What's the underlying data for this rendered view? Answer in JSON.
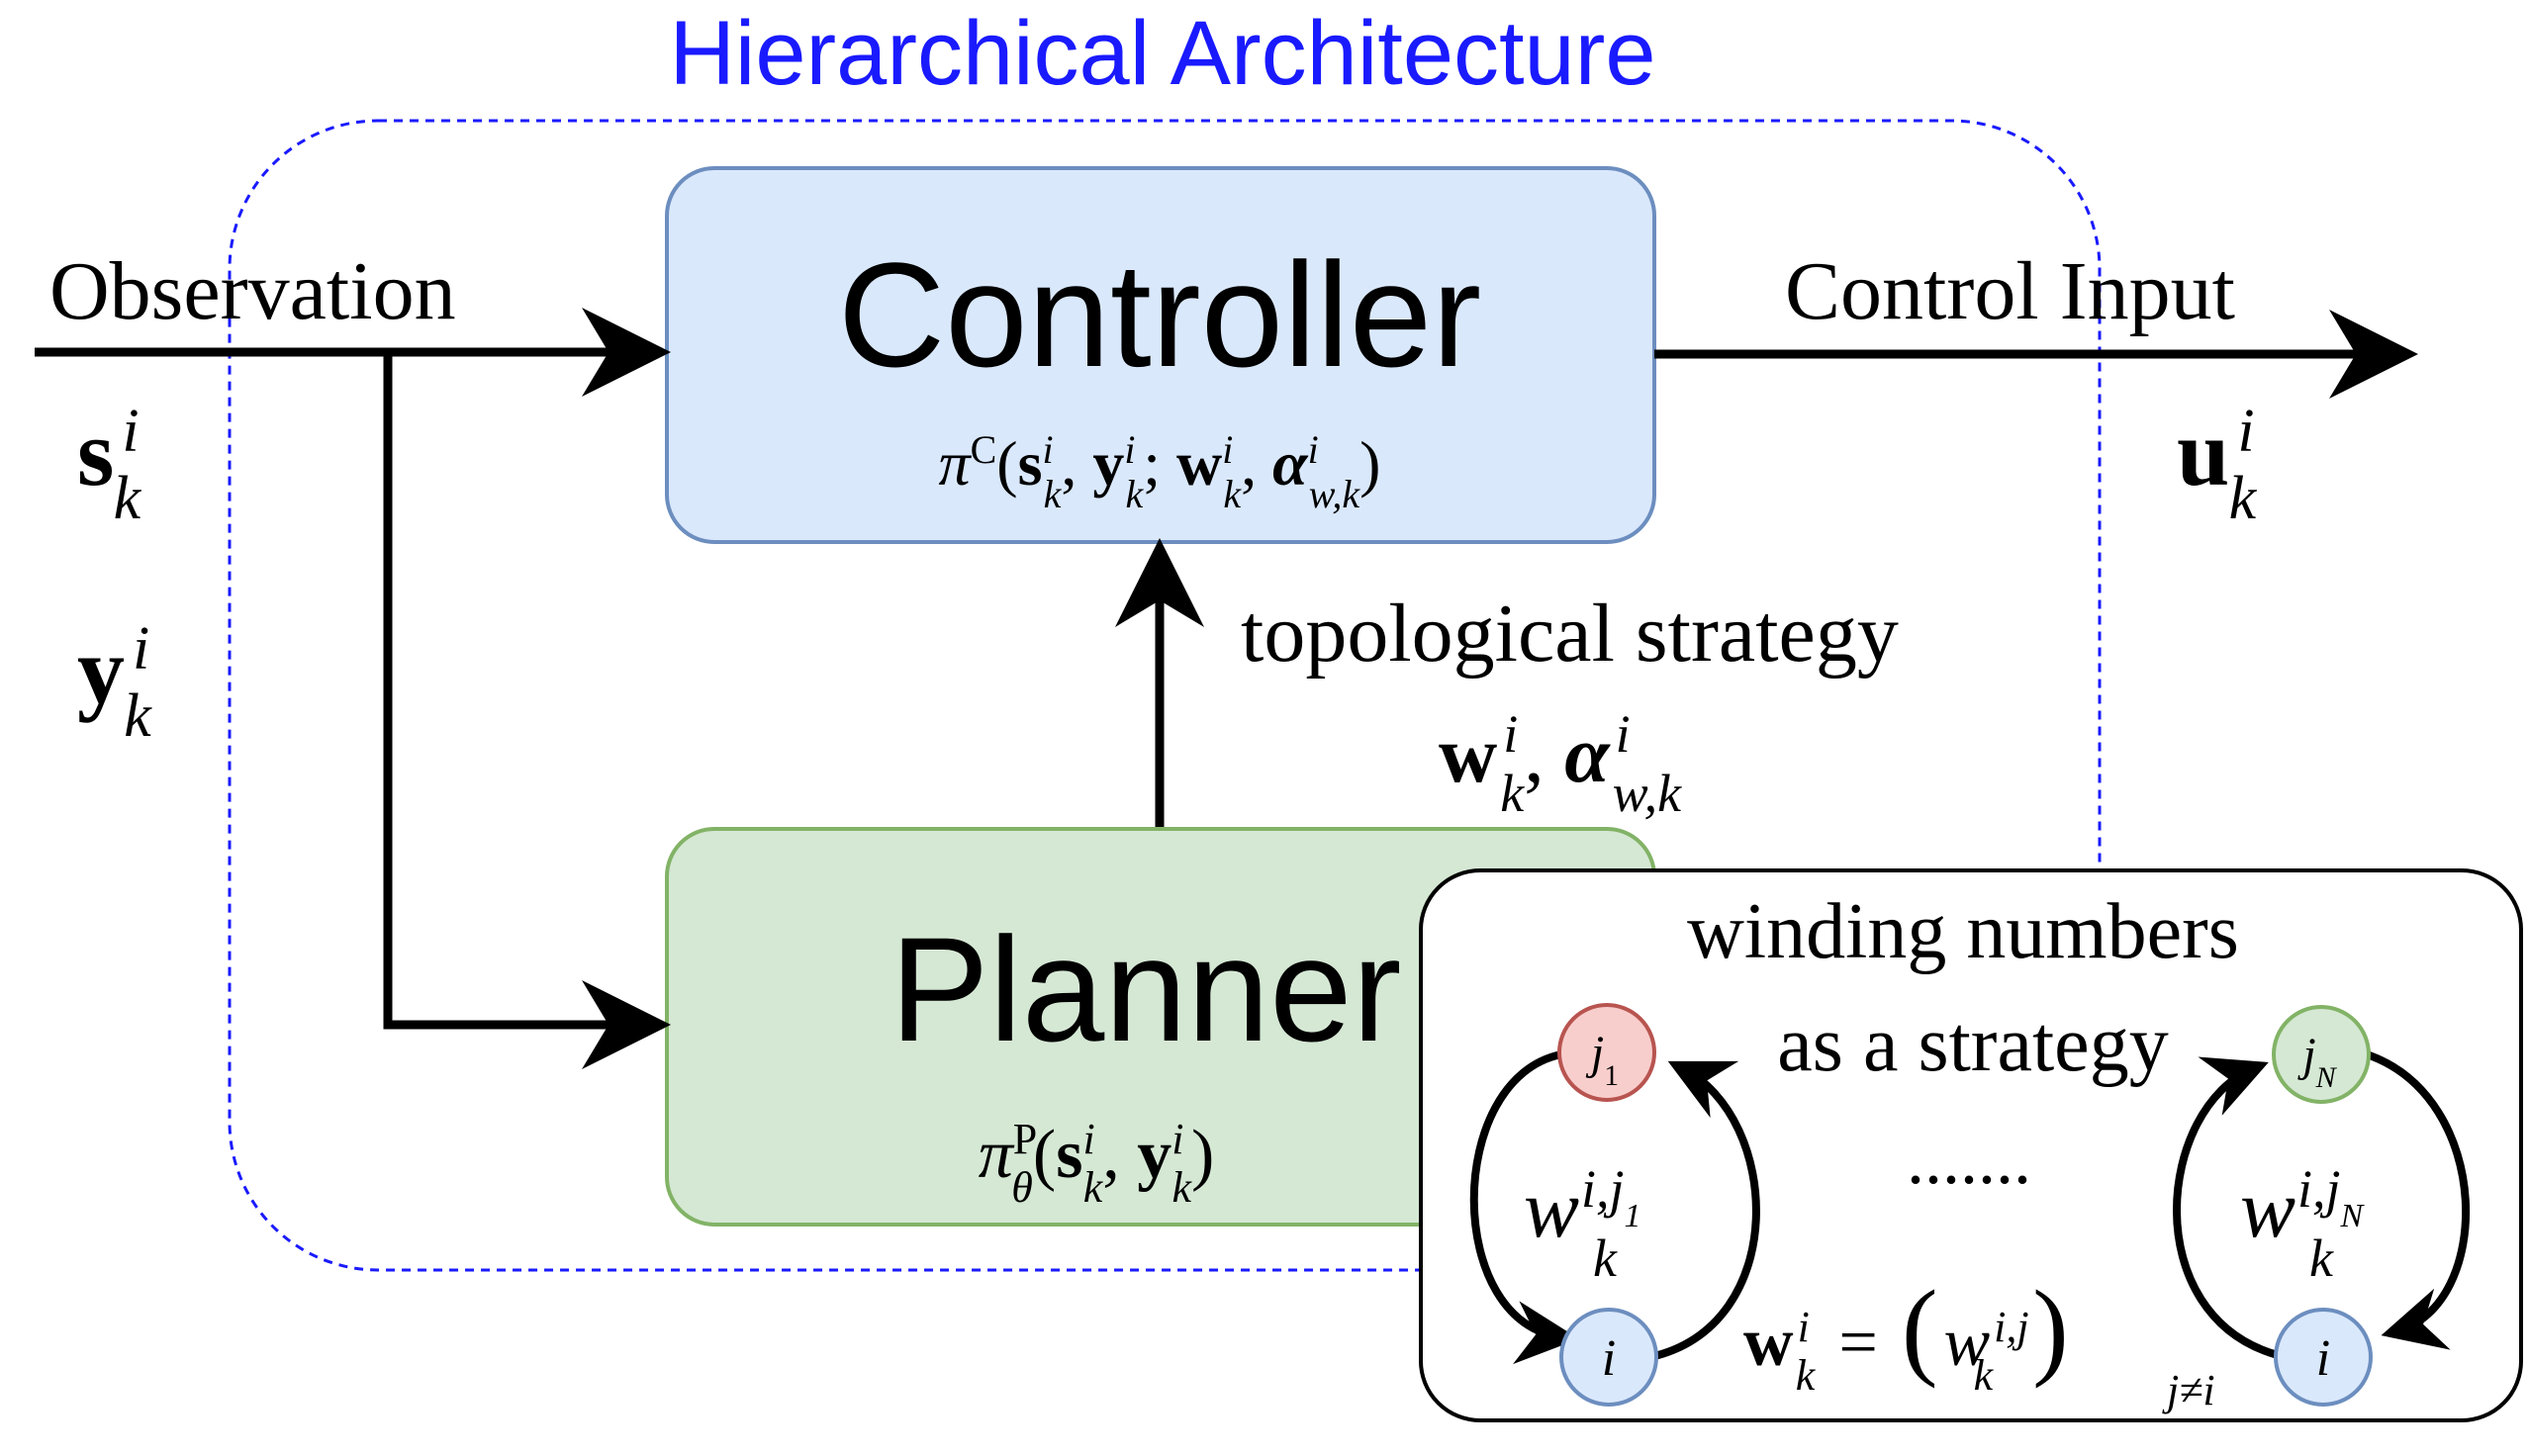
{
  "title": "Hierarchical Architecture",
  "colors": {
    "title": "#1a1aff",
    "dashed_border": "#1a1aff",
    "controller_fill": "#dae8fc",
    "controller_stroke": "#6c8ebf",
    "planner_fill": "#d5e8d4",
    "planner_stroke": "#82b366",
    "node_red_fill": "#f8cecc",
    "node_red_stroke": "#b85450",
    "node_green_fill": "#d5e8d4",
    "node_green_stroke": "#82b366",
    "node_blue_fill": "#dae8fc",
    "node_blue_stroke": "#6c8ebf",
    "arrow": "#000000"
  },
  "input": {
    "label": "Observation",
    "symbol_s": "s",
    "symbol_y": "y",
    "sup": "i",
    "sub": "k"
  },
  "controller": {
    "label": "Controller",
    "policy": "π",
    "policy_sup": "C",
    "args": "(s, y; w, α)"
  },
  "planner": {
    "label": "Planner",
    "policy": "π",
    "policy_sup": "P",
    "policy_sub": "θ",
    "args": "(s, y)"
  },
  "output": {
    "label": "Control Input",
    "symbol": "u",
    "sup": "i",
    "sub": "k"
  },
  "strategy": {
    "label": "topological strategy",
    "symbol_w": "w",
    "symbol_alpha": "α",
    "sup": "i",
    "sub_w": "k",
    "sub_alpha": "w,k"
  },
  "inset": {
    "title_line1": "winding numbers",
    "title_line2": "as a strategy",
    "node_j1": "j",
    "node_j1_sub": "1",
    "node_jN": "j",
    "node_jN_sub": "N",
    "node_i": "i",
    "w_label": "w",
    "w_sup_1": "i,j",
    "w_sup_1_sub": "1",
    "w_sup_N": "i,j",
    "w_sup_N_sub": "N",
    "w_sub": "k",
    "ellipsis": ".......",
    "eq_lhs": "w",
    "eq_sign": "=",
    "eq_open": "(",
    "eq_close": ")",
    "eq_inner_sup": "i,j",
    "eq_cond": "j≠i"
  }
}
